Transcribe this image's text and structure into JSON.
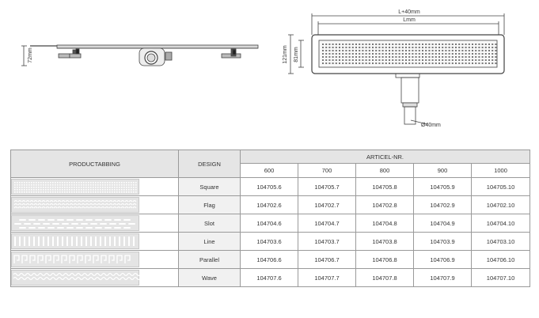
{
  "dimensions": {
    "height_left": "72mm",
    "total_length": "L+40mm",
    "length": "Lmm",
    "height_outer": "121mm",
    "height_inner": "81mm",
    "outlet_diameter": "Ø40mm"
  },
  "table": {
    "col_product": "PRODUCTABBING",
    "col_design": "DESIGN",
    "col_article": "ARTICEL-NR.",
    "sizes": [
      "600",
      "700",
      "800",
      "900",
      "1000"
    ],
    "rows": [
      {
        "design": "Square",
        "pattern": "square-grate-pattern",
        "codes": [
          "104705.6",
          "104705.7",
          "104705.8",
          "104705.9",
          "104705.10"
        ]
      },
      {
        "design": "Flag",
        "pattern": "flag-grate-pattern",
        "codes": [
          "104702.6",
          "104702.7",
          "104702.8",
          "104702.9",
          "104702.10"
        ]
      },
      {
        "design": "Slot",
        "pattern": "slot-grate-pattern",
        "codes": [
          "104704.6",
          "104704.7",
          "104704.8",
          "104704.9",
          "104704.10"
        ]
      },
      {
        "design": "Line",
        "pattern": "line-grate-pattern",
        "codes": [
          "104703.6",
          "104703.7",
          "104703.8",
          "104703.9",
          "104703.10"
        ]
      },
      {
        "design": "Parallel",
        "pattern": "parallel-grate-pattern",
        "codes": [
          "104706.6",
          "104706.7",
          "104706.8",
          "104706.9",
          "104706.10"
        ]
      },
      {
        "design": "Wave",
        "pattern": "wave-grate-pattern",
        "codes": [
          "104707.6",
          "104707.7",
          "104707.8",
          "104707.9",
          "104707.10"
        ]
      }
    ]
  }
}
